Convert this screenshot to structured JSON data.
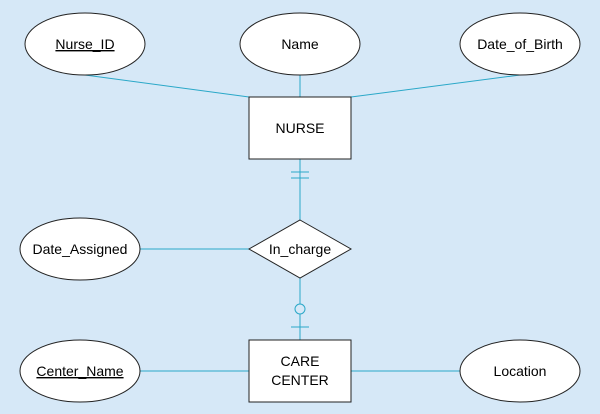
{
  "colors": {
    "background": "#d6e8f7",
    "connector": "#2aa8c8",
    "shape_fill": "#ffffff",
    "shape_stroke": "#222222"
  },
  "entities": {
    "nurse": "NURSE",
    "care_center_line1": "CARE",
    "care_center_line2": "CENTER"
  },
  "relationship": {
    "name": "In_charge"
  },
  "attributes": {
    "nurse_id": "Nurse_ID",
    "name": "Name",
    "date_of_birth": "Date_of_Birth",
    "date_assigned": "Date_Assigned",
    "center_name": "Center_Name",
    "location": "Location"
  },
  "cardinality": {
    "nurse_side": "mandatory-one",
    "care_center_side": "optional-one"
  }
}
